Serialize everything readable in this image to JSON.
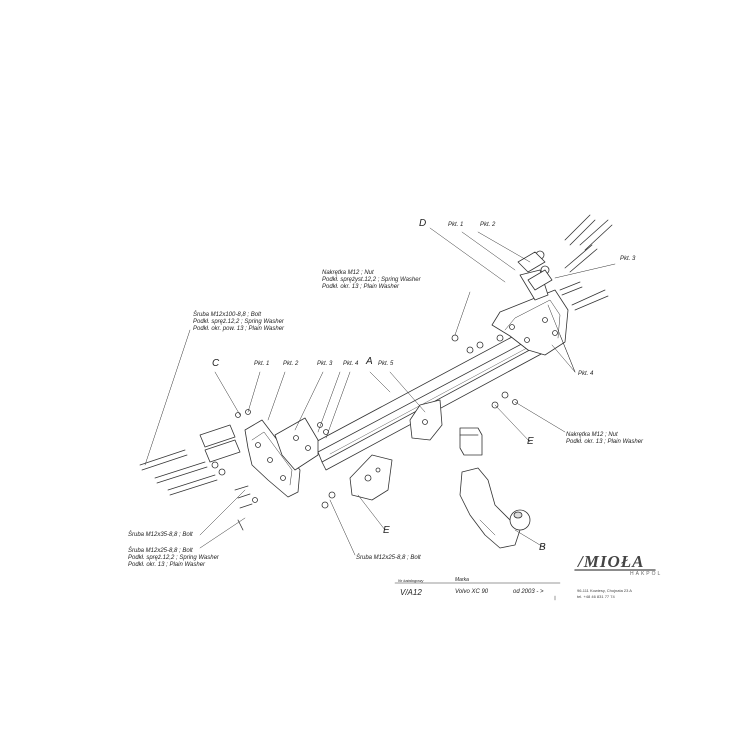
{
  "labels": {
    "nut_top": [
      "Nakrętka  M12 ; Nut",
      "Podkł. sprężyst.12,2 ; Spring Washer",
      "Podkł. okr. 13 ; Plain Washer"
    ],
    "bolt_top_left": [
      "Śruba M12x100-8,8 ;  Bolt",
      "Podkł. spręż.12,2 ; Spring Washer",
      "Podkł. okr. pow. 13 ; Plain Washer"
    ],
    "nut_right": [
      "Nakrętka  M12 ; Nut",
      "Podkł. okr. 13 ; Plain Washer"
    ],
    "bolt_35": [
      "Śruba M12x35-8,8 ;  Bolt"
    ],
    "bolt_25_left": [
      "Śruba M12x25-8,8 ;  Bolt",
      "Podkł. spręż.12,2 ; Spring Washer",
      "Podkł. okr. 13 ; Plain Washer"
    ],
    "bolt_25_bottom": [
      "Śruba M12x25-8,8 ;  Bolt"
    ]
  },
  "letters": {
    "A": "A",
    "B": "B",
    "C": "C",
    "D": "D",
    "E1": "E",
    "E2": "E"
  },
  "plates": {
    "d_pl1": "Pkt. 1",
    "d_pl2": "Pkt. 2",
    "d_pl3": "Pkt. 3",
    "d_pl4": "Pkt. 4",
    "c_pl1": "Pkt. 1",
    "c_pl2": "Pkt. 2",
    "c_pl3": "Pkt. 3",
    "c_pl4": "Pkt. 4",
    "pl5": "Pkt. 5"
  },
  "title_block": {
    "catalog_header": "Nr katalogowy",
    "catalog_value": "V/A12",
    "make_header": "Marka",
    "make_value": "Volvo XC 90",
    "year_value": "od  2003 - >"
  },
  "logo": {
    "name": "/MIOŁA",
    "sub": "HAKPOL",
    "address": "96-111 Kowiesy, Chojnata 23 A",
    "phone": "tel. +48 46 831 77 74"
  }
}
